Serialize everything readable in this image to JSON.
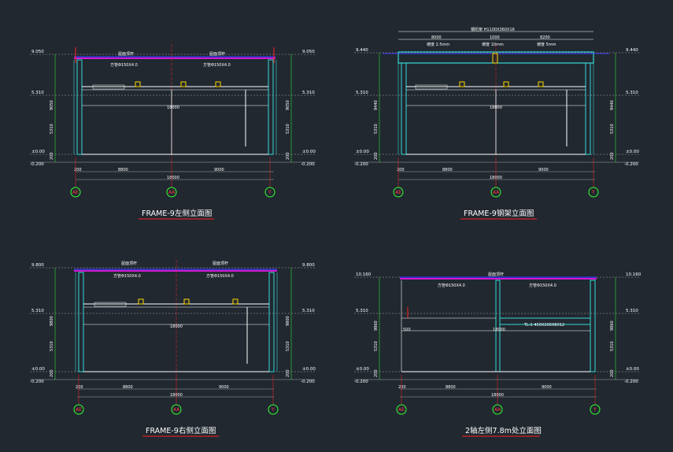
{
  "colors": {
    "background": "#212830",
    "column": "#35d8d8",
    "roof": "#d01ad0",
    "roof_top": "#3a3aff",
    "dim": "#a8a8a8",
    "grid": "#33ff33",
    "axis": "#ff3b3b",
    "accent": "#ffd800",
    "text": "#ffffff",
    "red_mark": "#ff2020"
  },
  "panels": [
    {
      "title": "FRAME-9左侧立面图",
      "top_level": "9.050",
      "mid_level": "5.310",
      "zero_level": "±0.00",
      "bottom_level": "-0.200",
      "roof_labels": [
        "屋面顶杆",
        "屋面顶杆"
      ],
      "beam_labels": [
        "方管Φ150X4.0",
        "方管Φ150X4.0"
      ],
      "bottom_dims": [
        "200",
        "8800",
        "9000"
      ],
      "total_dim": "18000",
      "mid_dim": "18000",
      "side_dims": [
        "9050",
        "5310",
        "200"
      ],
      "axes": [
        "AE",
        "AA",
        "Y"
      ]
    },
    {
      "title": "FRAME-9钢架立面图",
      "top_level": "9.440",
      "mid_level": "5.310",
      "zero_level": "±0.00",
      "bottom_level": "-0.200",
      "top_dim_label": "钢桁架 H1100X360X16",
      "top_dims": [
        "8000",
        "1000",
        "8200"
      ],
      "slope_labels": [
        "坡度 2.5mm",
        "坡度 10mm",
        "坡度 5mm"
      ],
      "bottom_dims": [
        "200",
        "8800",
        "9000"
      ],
      "total_dim": "18000",
      "mid_dim": "18000",
      "side_dims": [
        "9440",
        "5310",
        "200"
      ],
      "axes": [
        "AE",
        "AA",
        "Y"
      ]
    },
    {
      "title": "FRAME-9右侧立面图",
      "top_level": "9.800",
      "mid_level": "5.310",
      "zero_level": "±0.00",
      "bottom_level": "-0.200",
      "roof_labels": [
        "屋面顶杆",
        "屋面顶杆"
      ],
      "beam_labels": [
        "方管Φ150X4.0",
        "方管Φ150X4.0"
      ],
      "bottom_dims": [
        "200",
        "8800",
        "9000"
      ],
      "total_dim": "18000",
      "mid_dim": "18000",
      "side_dims": [
        "9800",
        "5310",
        "200"
      ],
      "axes": [
        "AE",
        "AA",
        "Y"
      ]
    },
    {
      "title": "2轴左侧7.8m处立面图",
      "top_level": "10.160",
      "mid_level": "5.310",
      "zero_level": "±0.00",
      "bottom_level": "-0.200",
      "roof_labels": [
        "屋面顶杆"
      ],
      "beam_labels": [
        "方管Φ150X4.0",
        "方管Φ150X4.0"
      ],
      "tie_label": "TL-1 450X200X8X12",
      "small_dim": "500",
      "bottom_dims": [
        "200",
        "8800",
        "9000"
      ],
      "total_dim": "18000",
      "mid_dim": "18000",
      "side_dims": [
        "9860",
        "5310",
        "200"
      ],
      "axes": [
        "AE",
        "AA",
        "Y"
      ]
    }
  ]
}
